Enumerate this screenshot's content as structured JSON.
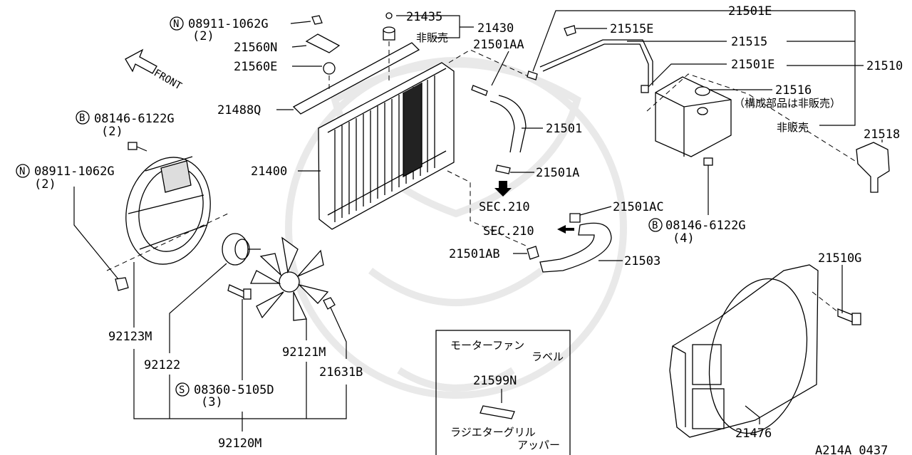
{
  "diagram_code": "A214A 0437",
  "orientation_label": "FRONT",
  "callouts": {
    "n08911_top": "08911-1062G",
    "n08911_top_qty": "(2)",
    "p21560N": "21560N",
    "p21560E": "21560E",
    "p21488Q": "21488Q",
    "b08146_left": "08146-6122G",
    "b08146_left_qty": "(2)",
    "n08911_left": "08911-1062G",
    "n08911_left_qty": "(2)",
    "p21400": "21400",
    "p21435": "21435",
    "p21430": "21430",
    "not_for_sale_1": "非販売",
    "p21501AA": "21501AA",
    "p21501E_top": "21501E",
    "p21515E": "21515E",
    "p21515": "21515",
    "p21501E_mid": "21501E",
    "p21510": "21510",
    "p21516": "21516",
    "p21516_note": "（構成部品は非販売）",
    "not_for_sale_2": "非販売",
    "p21518": "21518",
    "p21501": "21501",
    "p21501A": "21501A",
    "sec210_a": "SEC.210",
    "sec210_b": "SEC.210",
    "p21501AC": "21501AC",
    "b08146_right": "08146-6122G",
    "b08146_right_qty": "(4)",
    "p21501AB": "21501AB",
    "p21503": "21503",
    "p21510G": "21510G",
    "p92123M": "92123M",
    "p92122": "92122",
    "p92121M": "92121M",
    "p21631B": "21631B",
    "s08360": "08360-5105D",
    "s08360_qty": "(3)",
    "p92120M": "92120M",
    "p21476": "21476"
  },
  "prefix_symbols": {
    "n": "N",
    "b": "B",
    "s": "S"
  },
  "label_box": {
    "motor_fan_label_1": "モーターファン",
    "motor_fan_label_2": "ラベル",
    "part": "21599N",
    "grille_1": "ラジエターグリル",
    "grille_2": "アッパー"
  }
}
